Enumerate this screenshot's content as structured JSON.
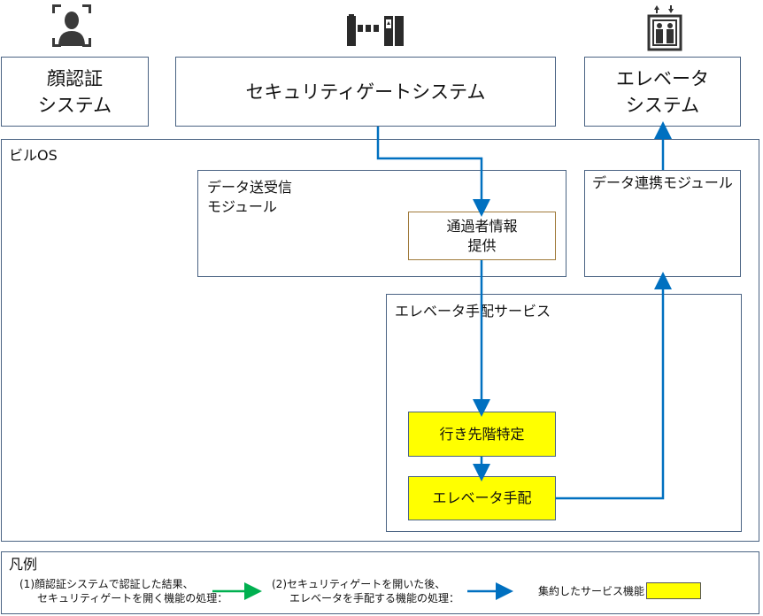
{
  "systems": {
    "face": [
      "顔認証",
      "システム"
    ],
    "gate": "セキュリティゲートシステム",
    "elevator": [
      "エレベータ",
      "システム"
    ]
  },
  "bldg": {
    "label": "ビルOS",
    "data_module": [
      "データ送受信",
      "モジュール"
    ],
    "passer_info": [
      "通過者情報",
      "提供"
    ],
    "link_module": "データ連携モジュール",
    "elevator_service": "エレベータ手配サービス",
    "destination_floor": "行き先階特定",
    "elevator_dispatch": "エレベータ手配"
  },
  "legend": {
    "title": "凡例",
    "item1": [
      "(1)顔認証システムで認証した結果、",
      "セキュリティゲートを開く機能の処理："
    ],
    "item2": [
      "(2)セキュリティゲートを開いた後、",
      "エレベータを手配する機能の処理："
    ],
    "item3": "集約したサービス機能："
  },
  "colors": {
    "flow1": "#00b050",
    "flow2": "#0070c0",
    "service_fill": "#ffff00",
    "border": "#4a6383"
  },
  "icons": [
    "face-scan-icon",
    "security-gate-icon",
    "elevator-icon"
  ]
}
